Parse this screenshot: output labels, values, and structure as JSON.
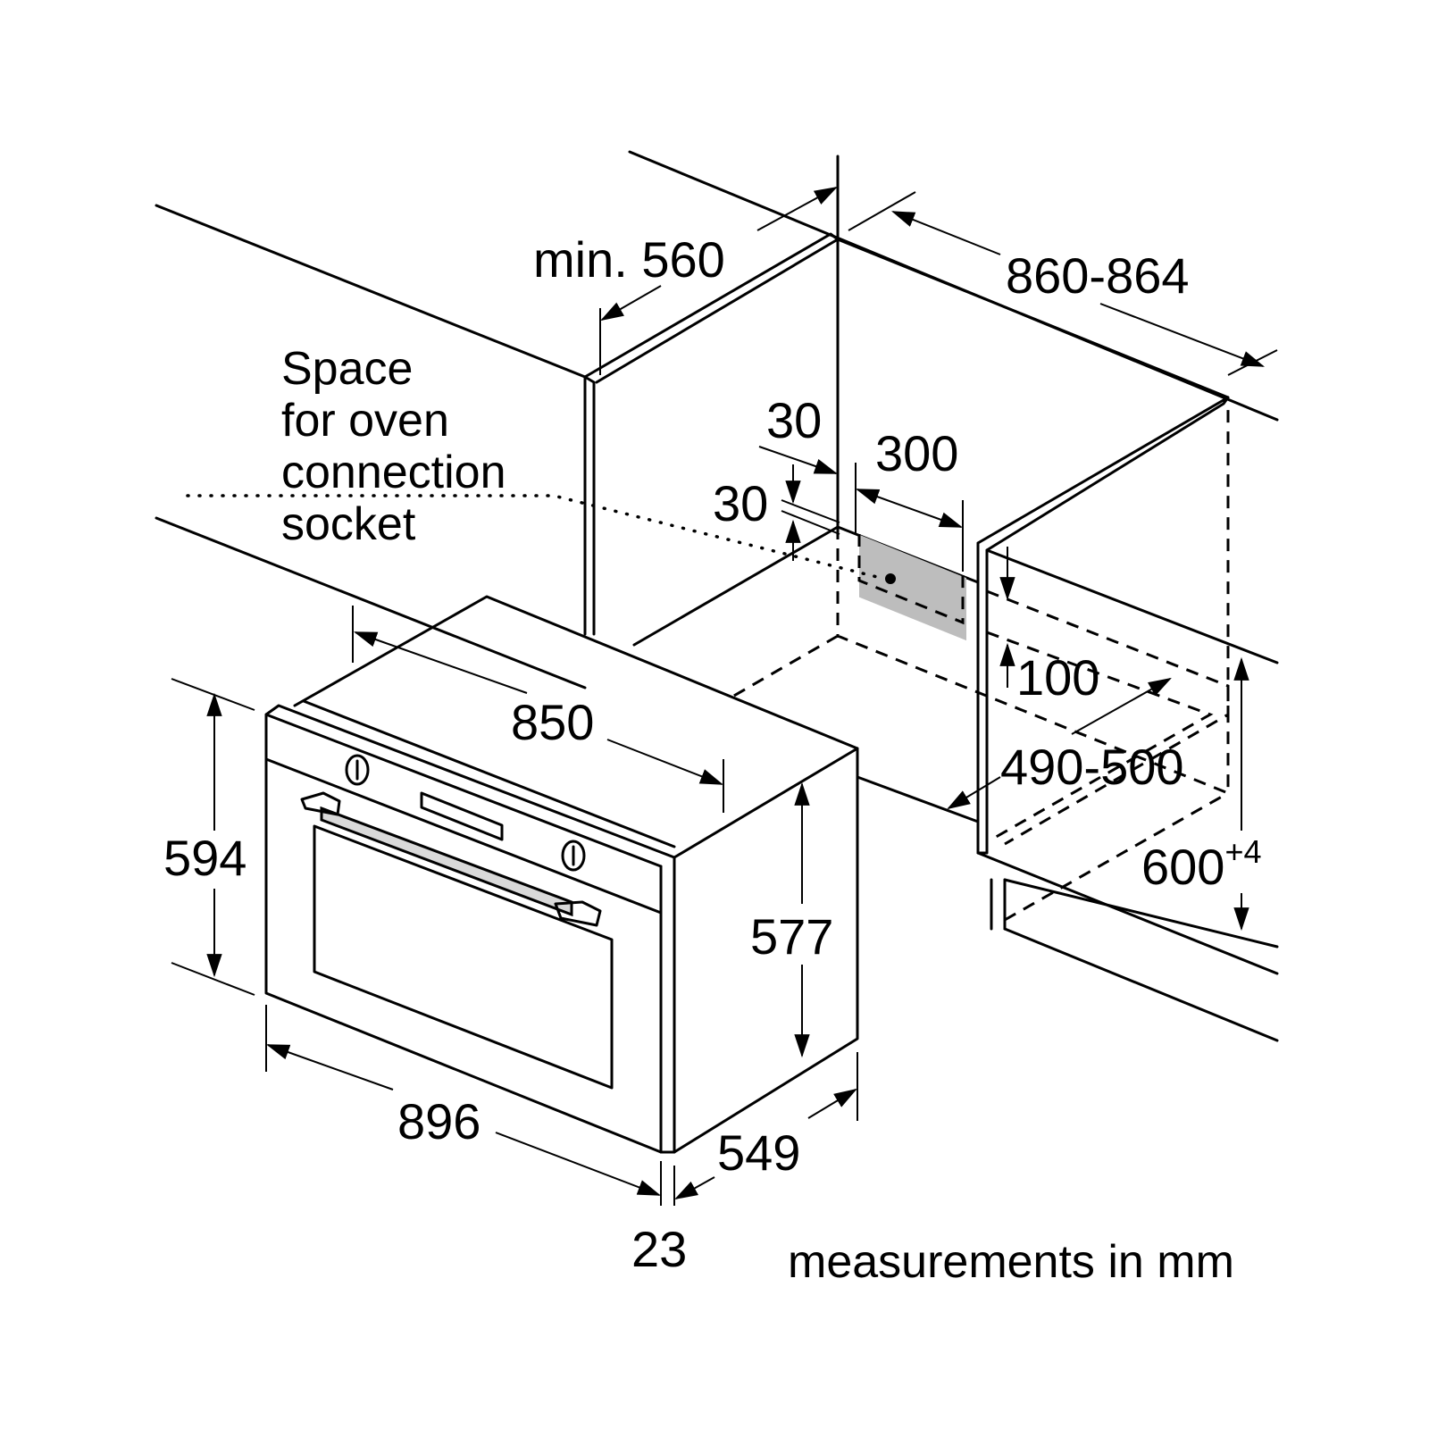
{
  "labels": {
    "min_depth": "min. 560",
    "niche_width": "860-864",
    "socket_note": [
      "Space",
      "for oven",
      "connection",
      "socket"
    ],
    "socket_offset_a": "30",
    "socket_width": "300",
    "socket_offset_b": "30",
    "oven_body_width": "850",
    "gap_100": "100",
    "niche_depth": "490-500",
    "oven_height": "594",
    "body_height": "577",
    "niche_height": "600",
    "niche_height_tol": "+4",
    "oven_width": "896",
    "oven_depth": "549",
    "front_thickness": "23",
    "units_note": "measurements in mm"
  },
  "colors": {
    "line": "#000000",
    "socket_fill": "#bdbdbd",
    "handle_fill": "#d9d9d9"
  }
}
